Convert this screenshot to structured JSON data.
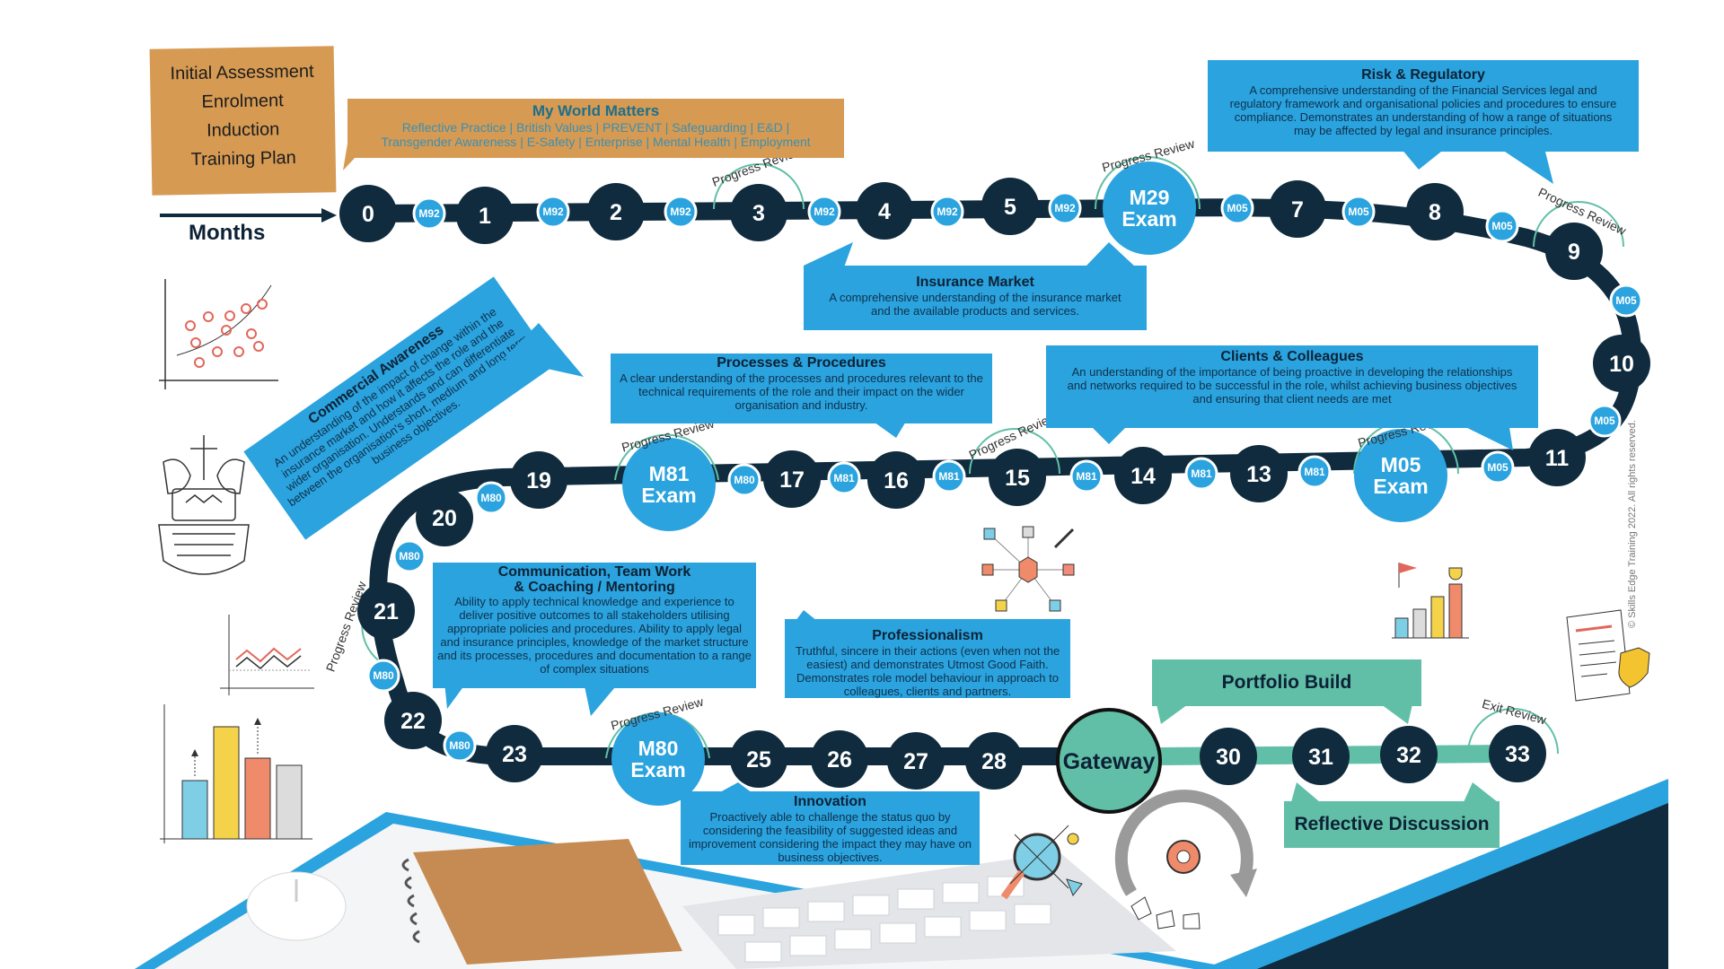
{
  "left_panel": {
    "lines": [
      "Initial Assessment",
      "Enrolment",
      "Induction",
      "Training Plan"
    ],
    "color": "#d69a53"
  },
  "months_label": "Months",
  "my_world": {
    "title": "My World Matters",
    "line1": "Reflective Practice | British Values | PREVENT | Safeguarding | E&D |",
    "line2": "Transgender Awareness | E-Safety | Enterprise | Mental Health | Employment"
  },
  "colors": {
    "navy": "#0f2b3d",
    "blue": "#2aa3df",
    "green": "#62bfa7",
    "orange": "#d69a53"
  },
  "months": [
    "0",
    "1",
    "2",
    "3",
    "4",
    "5",
    "7",
    "8",
    "9",
    "10",
    "11",
    "13",
    "14",
    "15",
    "16",
    "17",
    "19",
    "20",
    "21",
    "22",
    "23",
    "25",
    "26",
    "27",
    "28",
    "30",
    "31",
    "32",
    "33"
  ],
  "modules": [
    "M92",
    "M92",
    "M92",
    "M92",
    "M92",
    "M92",
    "M05",
    "M05",
    "M05",
    "M05",
    "M05",
    "M05",
    "M81",
    "M81",
    "M81",
    "M81",
    "M81",
    "M80",
    "M80",
    "M80",
    "M80",
    "M80"
  ],
  "exams": [
    "M29\nExam",
    "M05\nExam",
    "M81\nExam",
    "M80\nExam"
  ],
  "gateway": "Gateway",
  "reviews": {
    "progress": "Progress Review",
    "exit": "Exit Review"
  },
  "callouts": {
    "risk": {
      "title": "Risk & Regulatory",
      "text": "A comprehensive understanding of the Financial Services legal and regulatory framework and organisational policies and procedures to ensure compliance. Demonstrates an understanding of how a range of situations may be affected by legal and insurance principles."
    },
    "insurance": {
      "title": "Insurance Market",
      "text": "A comprehensive understanding of the insurance market and the available products and services."
    },
    "clients": {
      "title": "Clients & Colleagues",
      "text": "An understanding of the importance of being proactive in developing the relationships and networks required to be successful in the role, whilst achieving business objectives and ensuring that client needs are met"
    },
    "processes": {
      "title": "Processes & Procedures",
      "text": "A clear understanding of the processes and procedures relevant to the technical requirements of the role and their impact on the wider organisation and industry."
    },
    "commercial": {
      "title": "Commercial Awareness",
      "text": "An understanding of the impact of change within the insurance market and how it affects the role and the wider organisation. Understands and can differentiate between the organisation's short, medium and long term business objectives."
    },
    "communication": {
      "title": "Communication, Team Work\n& Coaching / Mentoring",
      "text": "Ability to apply technical knowledge and experience to deliver positive outcomes to all stakeholders utilising appropriate policies and procedures. Ability to apply legal and insurance principles, knowledge of the market structure and its processes, procedures and documentation to a range of complex situations"
    },
    "professionalism": {
      "title": "Professionalism",
      "text": "Truthful, sincere in their actions (even when not the easiest) and demonstrates Utmost Good Faith. Demonstrates role model behaviour in approach to colleagues, clients and partners."
    },
    "innovation": {
      "title": "Innovation",
      "text": "Proactively able to challenge the status quo by considering the feasibility of suggested ideas and improvement considering the impact they may have on business objectives."
    }
  },
  "portfolio_build": "Portfolio Build",
  "reflective_discussion": "Reflective Discussion",
  "copyright": "© Skills Edge Training 2022. All rights reserved.",
  "icons": [
    "scatter-chart-icon",
    "crest-icon",
    "line-chart-icon",
    "bar-chart-icon",
    "network-cube-icon",
    "growth-chart-icon",
    "document-shield-icon",
    "search-gear-icon",
    "refresh-gear-icon",
    "notebook-image",
    "mouse-image",
    "keyboard-image"
  ]
}
